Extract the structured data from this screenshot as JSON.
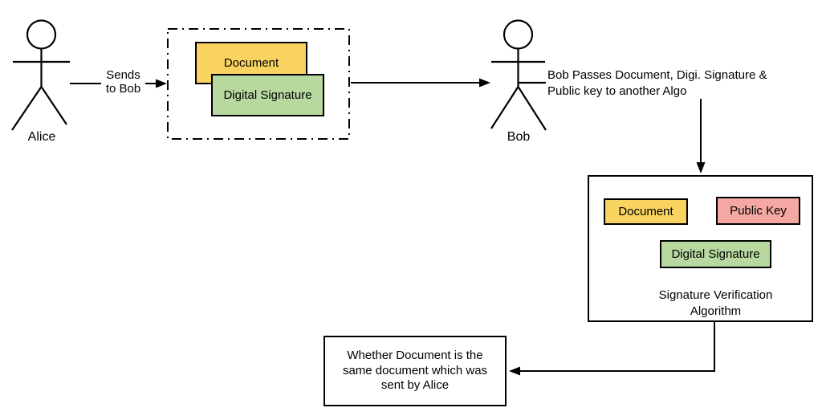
{
  "diagram": {
    "title_hint": "Digital signature verification flow",
    "background": "#ffffff"
  },
  "colors": {
    "document_fill": "#F8D35F",
    "signature_fill": "#B7D9A0",
    "public_key_fill": "#F4A7A3",
    "stroke": "#000000"
  },
  "actors": {
    "alice": {
      "label": "Alice"
    },
    "bob": {
      "label": "Bob"
    }
  },
  "arrows": {
    "sends_label": "Sends\nto Bob",
    "bob_passes_note": "Bob Passes Document, Digi. Signature &\nPublic key to another Algo"
  },
  "package_box": {
    "document_label": "Document",
    "signature_label": "Digital Signature"
  },
  "verification_box": {
    "document_label": "Document",
    "public_key_label": "Public Key",
    "signature_label": "Digital Signature",
    "title": "Signature Verification\nAlgorithm"
  },
  "result_box": {
    "text": "Whether Document is the\nsame document which was\nsent by Alice"
  }
}
